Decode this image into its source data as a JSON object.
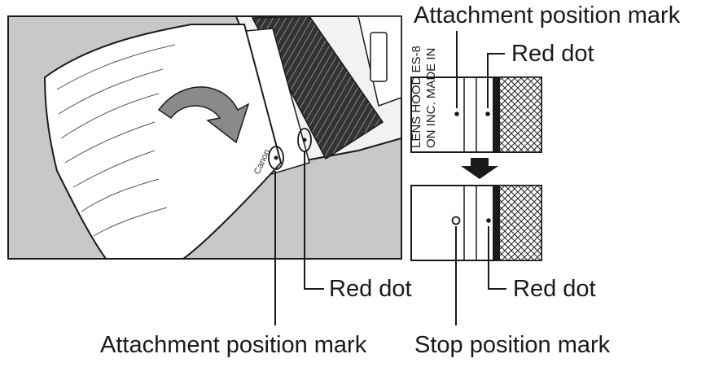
{
  "labels": {
    "attachment_top": "Attachment position mark",
    "red_dot_top": "Red dot",
    "red_dot_bottom_left": "Red dot",
    "red_dot_bottom_right": "Red dot",
    "attachment_bottom": "Attachment position mark",
    "stop_mark": "Stop position mark"
  },
  "hood_text": {
    "line1": "LENS HOOD ES-8",
    "line2": "ON INC.  MADE IN",
    "brand": "Canon"
  },
  "colors": {
    "panel_bg": "#c8c8c8",
    "ink": "#1a1a1a",
    "arrow_fill": "#8a8a8a"
  }
}
